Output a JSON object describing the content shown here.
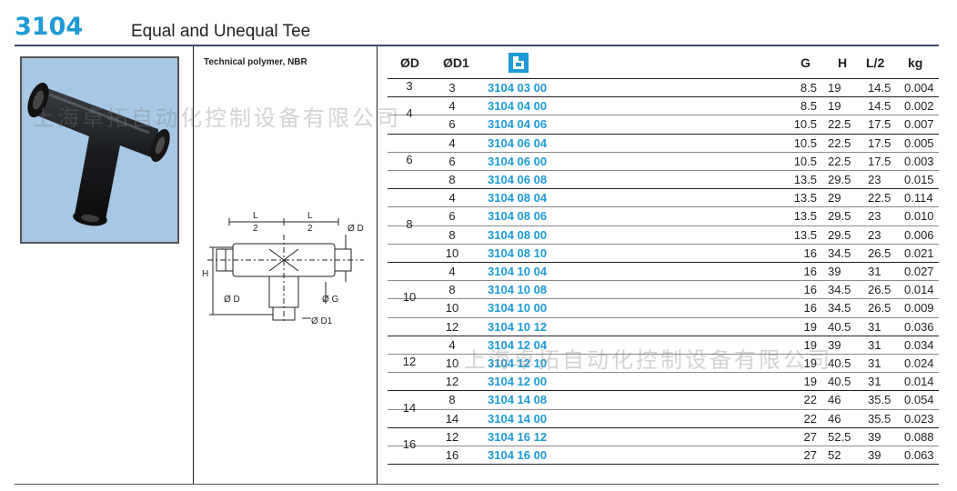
{
  "header": {
    "code": "3104",
    "title": "Equal and Unequal Tee"
  },
  "product": {
    "material": "Technical polymer, NBR"
  },
  "drawing_labels": {
    "l_half_num": "L",
    "l_half_den": "2",
    "od": "Ø D",
    "h": "H",
    "od_left": "Ø D",
    "og": "Ø G",
    "od1": "Ø D1"
  },
  "table": {
    "headers": {
      "od": "ØD",
      "od1": "ØD1",
      "g": "G",
      "h": "H",
      "l2": "L/2",
      "kg": "kg"
    },
    "groups": [
      {
        "od": "3",
        "rows": [
          {
            "od1": "3",
            "article": "3104 03 00",
            "g": "8.5",
            "h": "19",
            "l2": "14.5",
            "kg": "0.004"
          }
        ]
      },
      {
        "od": "4",
        "rows": [
          {
            "od1": "4",
            "article": "3104 04 00",
            "g": "8.5",
            "h": "19",
            "l2": "14.5",
            "kg": "0.002"
          },
          {
            "od1": "6",
            "article": "3104 04 06",
            "g": "10.5",
            "h": "22.5",
            "l2": "17.5",
            "kg": "0.007"
          }
        ]
      },
      {
        "od": "6",
        "rows": [
          {
            "od1": "4",
            "article": "3104 06 04",
            "g": "10.5",
            "h": "22.5",
            "l2": "17.5",
            "kg": "0.005"
          },
          {
            "od1": "6",
            "article": "3104 06 00",
            "g": "10.5",
            "h": "22.5",
            "l2": "17.5",
            "kg": "0.003"
          },
          {
            "od1": "8",
            "article": "3104 06 08",
            "g": "13.5",
            "h": "29.5",
            "l2": "23",
            "kg": "0.015"
          }
        ]
      },
      {
        "od": "8",
        "rows": [
          {
            "od1": "4",
            "article": "3104 08 04",
            "g": "13.5",
            "h": "29",
            "l2": "22.5",
            "kg": "0.114"
          },
          {
            "od1": "6",
            "article": "3104 08 06",
            "g": "13.5",
            "h": "29.5",
            "l2": "23",
            "kg": "0.010"
          },
          {
            "od1": "8",
            "article": "3104 08 00",
            "g": "13.5",
            "h": "29.5",
            "l2": "23",
            "kg": "0.006"
          },
          {
            "od1": "10",
            "article": "3104 08 10",
            "g": "16",
            "h": "34.5",
            "l2": "26.5",
            "kg": "0.021"
          }
        ]
      },
      {
        "od": "10",
        "rows": [
          {
            "od1": "4",
            "article": "3104 10 04",
            "g": "16",
            "h": "39",
            "l2": "31",
            "kg": "0.027"
          },
          {
            "od1": "8",
            "article": "3104 10 08",
            "g": "16",
            "h": "34.5",
            "l2": "26.5",
            "kg": "0.014"
          },
          {
            "od1": "10",
            "article": "3104 10 00",
            "g": "16",
            "h": "34.5",
            "l2": "26.5",
            "kg": "0.009"
          },
          {
            "od1": "12",
            "article": "3104 10 12",
            "g": "19",
            "h": "40.5",
            "l2": "31",
            "kg": "0.036"
          }
        ]
      },
      {
        "od": "12",
        "rows": [
          {
            "od1": "4",
            "article": "3104 12 04",
            "g": "19",
            "h": "39",
            "l2": "31",
            "kg": "0.034"
          },
          {
            "od1": "10",
            "article": "3104 12 10",
            "g": "19",
            "h": "40.5",
            "l2": "31",
            "kg": "0.024"
          },
          {
            "od1": "12",
            "article": "3104 12 00",
            "g": "19",
            "h": "40.5",
            "l2": "31",
            "kg": "0.014"
          }
        ]
      },
      {
        "od": "14",
        "rows": [
          {
            "od1": "8",
            "article": "3104 14 08",
            "g": "22",
            "h": "46",
            "l2": "35.5",
            "kg": "0.054"
          },
          {
            "od1": "14",
            "article": "3104 14 00",
            "g": "22",
            "h": "46",
            "l2": "35.5",
            "kg": "0.023"
          }
        ]
      },
      {
        "od": "16",
        "rows": [
          {
            "od1": "12",
            "article": "3104 16 12",
            "g": "27",
            "h": "52.5",
            "l2": "39",
            "kg": "0.088"
          },
          {
            "od1": "16",
            "article": "3104 16 00",
            "g": "27",
            "h": "52",
            "l2": "39",
            "kg": "0.063"
          }
        ]
      }
    ]
  },
  "watermarks": [
    "上海卓拓自动化控制设备有限公司",
    "上海卓拓自动化控制设备有限公司"
  ],
  "colors": {
    "accent": "#1e9bd7",
    "photo_bg": "#a6c7e6",
    "rule": "#3a4a6a"
  },
  "icons": [
    "manufacturer-logo-icon"
  ]
}
